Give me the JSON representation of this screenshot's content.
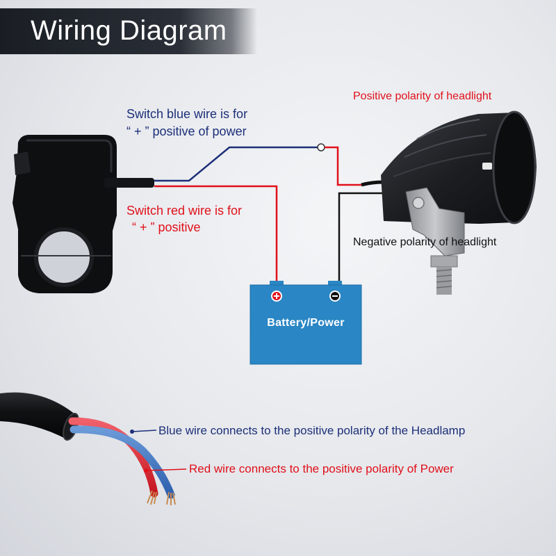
{
  "title": "Wiring Diagram",
  "labels": {
    "switch_blue_line1": "Switch blue wire is for",
    "switch_blue_line2": "“ + ” positive of power",
    "switch_red_line1": "Switch red wire is for",
    "switch_red_line2": "“ + ” positive",
    "headlight_positive": "Positive polarity of headlight",
    "headlight_negative": "Negative polarity of headlight",
    "battery": "Battery/Power",
    "blue_wire_note": "Blue wire connects to the positive polarity of the Headlamp",
    "red_wire_note": "Red wire connects to the positive polarity of Power"
  },
  "colors": {
    "blue_wire": "#1c2f78",
    "red_wire": "#e0101a",
    "battery": "#2a86c4",
    "black": "#111111"
  },
  "icons": [
    "switch-housing",
    "headlight-icon",
    "battery-icon",
    "plus-terminal-icon",
    "minus-terminal-icon",
    "cable-icon"
  ]
}
